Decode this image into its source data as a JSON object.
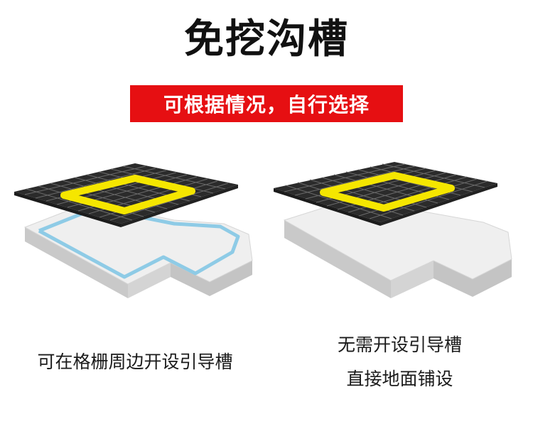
{
  "header": {
    "title": "免挖沟槽",
    "banner": "可根据情况，自行选择"
  },
  "left_option": {
    "caption": "可在格栅周边开设引导槽"
  },
  "right_option": {
    "caption_line1": "无需开设引导槽",
    "caption_line2": "直接地面铺设"
  },
  "colors": {
    "banner_red": "#e60f12",
    "grid_dark": "#3a3a3a",
    "marker_yellow": "#f5e600",
    "groove_blue": "#8ecbe6",
    "slab_light": "#ededed"
  }
}
